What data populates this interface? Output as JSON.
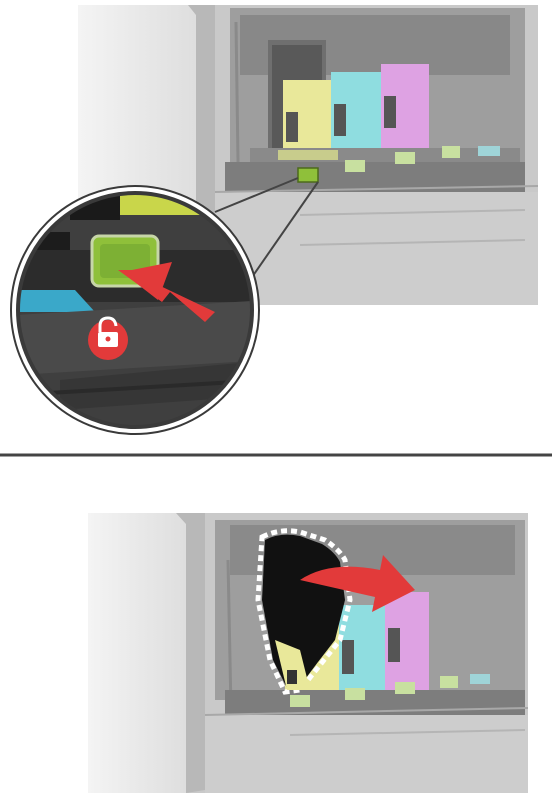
{
  "steps": [
    {
      "id": "step-1",
      "action": "press-release-latch",
      "latch_cartridge": "black",
      "lock_state": "unlocked",
      "icons": [
        "unlock-icon",
        "push-arrow-icon",
        "magnifier-callout"
      ]
    },
    {
      "id": "step-2",
      "action": "remove-cartridge",
      "cartridge_removed": "black",
      "icons": [
        "pull-out-arrow-icon"
      ]
    }
  ],
  "cartridges": [
    {
      "name": "black",
      "color": "#111111"
    },
    {
      "name": "yellow",
      "color": "#e9e89a"
    },
    {
      "name": "cyan",
      "color": "#8fdde0"
    },
    {
      "name": "magenta",
      "color": "#dea2e3"
    }
  ],
  "colors": {
    "printer_body": "#c8c8c8",
    "printer_front": "#e8e8e8",
    "latch": "#8fc03a",
    "arrow": "#e23a3a",
    "divider": "#444444"
  }
}
